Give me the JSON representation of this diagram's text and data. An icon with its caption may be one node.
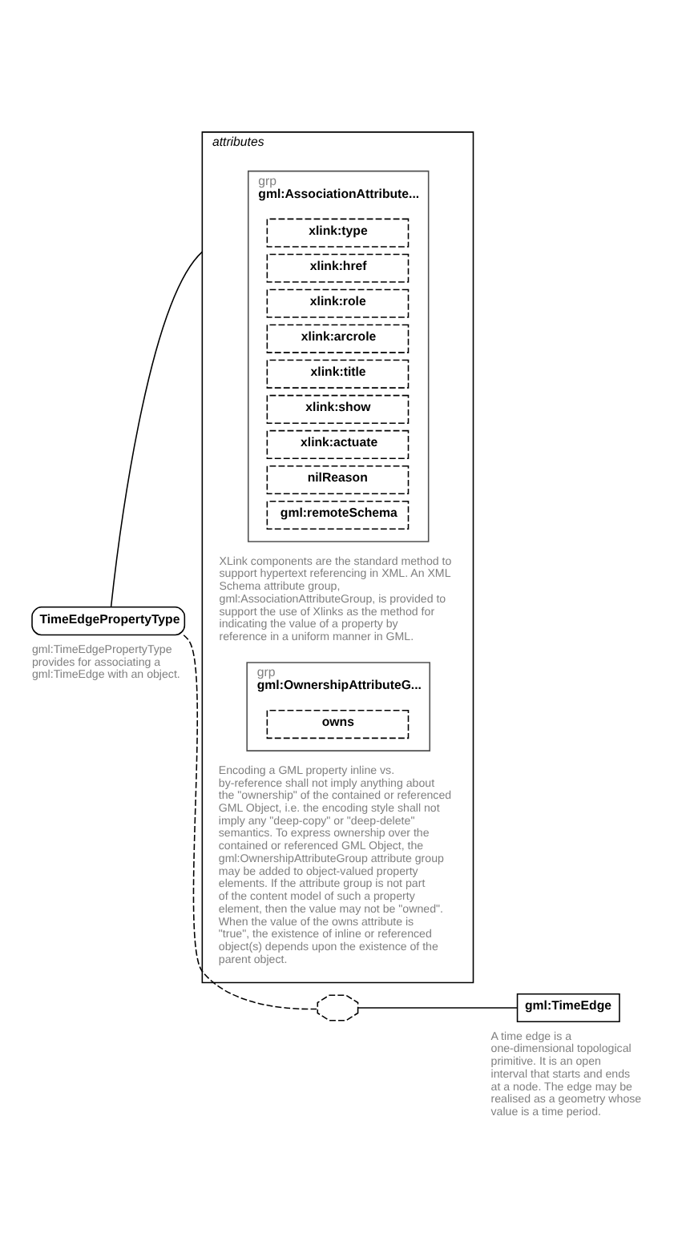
{
  "diagram": {
    "nodes": [
      {
        "text": [
          "TimeEdgePropertyType"
        ],
        "beside": [
          "gml:TimeEdgePropertyType provides for associating a gml:TimeEdge with an object."
        ]
      },
      {
        "text": [
          "attributes"
        ]
      },
      {
        "text": [
          "grp",
          "gml:AssociationAttribute..."
        ],
        "in": 1,
        "beside": [
          "XLink components are the standard method to support hypertext referencing in XML. An XML Schema attribute group, gml:AssociationAttributeGroup, is provided to support the use of Xlinks as the method for indicating the value of a property by reference in a uniform manner in GML."
        ]
      },
      {
        "text": [
          "xlink:type"
        ],
        "in": 2
      },
      {
        "text": [
          "xlink:href"
        ],
        "in": 2
      },
      {
        "text": [
          "xlink:role"
        ],
        "in": 2
      },
      {
        "text": [
          "xlink:arcrole"
        ],
        "in": 2
      },
      {
        "text": [
          "xlink:title"
        ],
        "in": 2
      },
      {
        "text": [
          "xlink:show"
        ],
        "in": 2
      },
      {
        "text": [
          "xlink:actuate"
        ],
        "in": 2
      },
      {
        "text": [
          "nilReason"
        ],
        "in": 2
      },
      {
        "text": [
          "gml:remoteSchema"
        ],
        "in": 2
      },
      {
        "text": [
          "grp",
          "gml:OwnershipAttributeG..."
        ],
        "in": 1,
        "beside": [
          "Encoding a GML property inline vs. by-reference shall not imply anything about the \"ownership\" of the contained or referenced GML Object, i.e. the encoding style shall not imply any \"deep-copy\" or \"deep-delete\" semantics. To express ownership over the contained or referenced GML Object, the gml:OwnershipAttributeGroup attribute group may be added to object-valued property elements. If the attribute group is not part of the content model of such a property element, then the value may not be \"owned\". When the value of the owns attribute is \"true\", the existence of inline or referenced object(s) depends upon the existence of the parent object."
        ]
      },
      {
        "text": [
          "owns"
        ],
        "in": 12
      },
      {
        "text": [],
        "shape": "octagon"
      },
      {
        "text": [
          "gml:TimeEdge"
        ],
        "beside": [
          "A time edge is a one-dimensional topological primitive. It is an open interval that starts and ends at a node. The edge may be realised as a geometry whose value is a time period."
        ]
      }
    ],
    "edges": [
      {
        "from": 0,
        "to": 1,
        "arrow": "none"
      },
      {
        "from": 0,
        "to": 14,
        "arrow": "none",
        "style": "dashed"
      },
      {
        "from": 14,
        "to": 15,
        "arrow": "none"
      }
    ]
  }
}
